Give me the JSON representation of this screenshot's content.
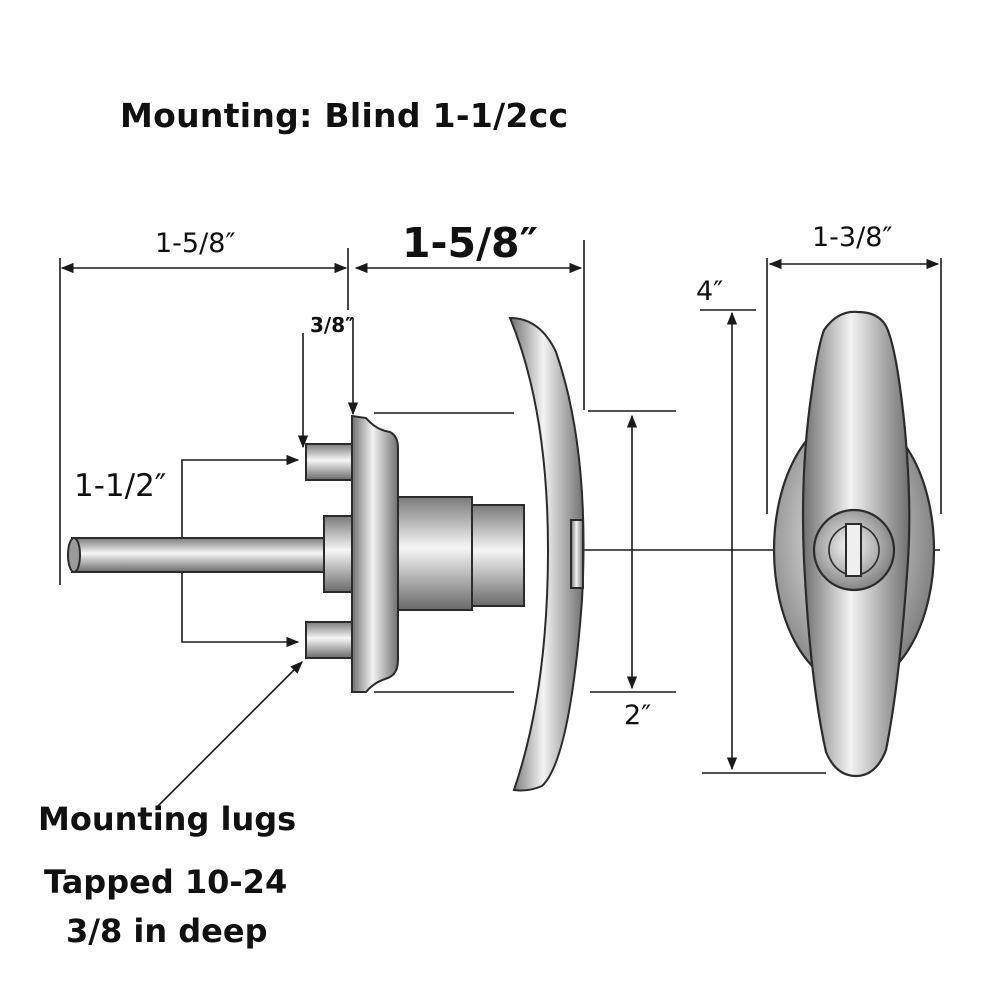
{
  "diagram": {
    "title": "Mounting: Blind 1-1/2cc",
    "dimensions": {
      "rear_length": "1-5/8″",
      "front_depth": "1-5/8″",
      "handle_width": "1-3/8″",
      "handle_height": "4″",
      "lug_offset": "3/8″",
      "lug_spacing": "1-1/2″",
      "body_height": "2″"
    },
    "callout": {
      "label": "Mounting lugs",
      "spec_line1": "Tapped 10-24",
      "spec_line2": "3/8 in deep"
    },
    "colors": {
      "line": "#1a1a1a",
      "metal_light": "#f4f4f4",
      "metal_dark": "#6e6e6e",
      "outline": "#2b2b2b"
    }
  }
}
